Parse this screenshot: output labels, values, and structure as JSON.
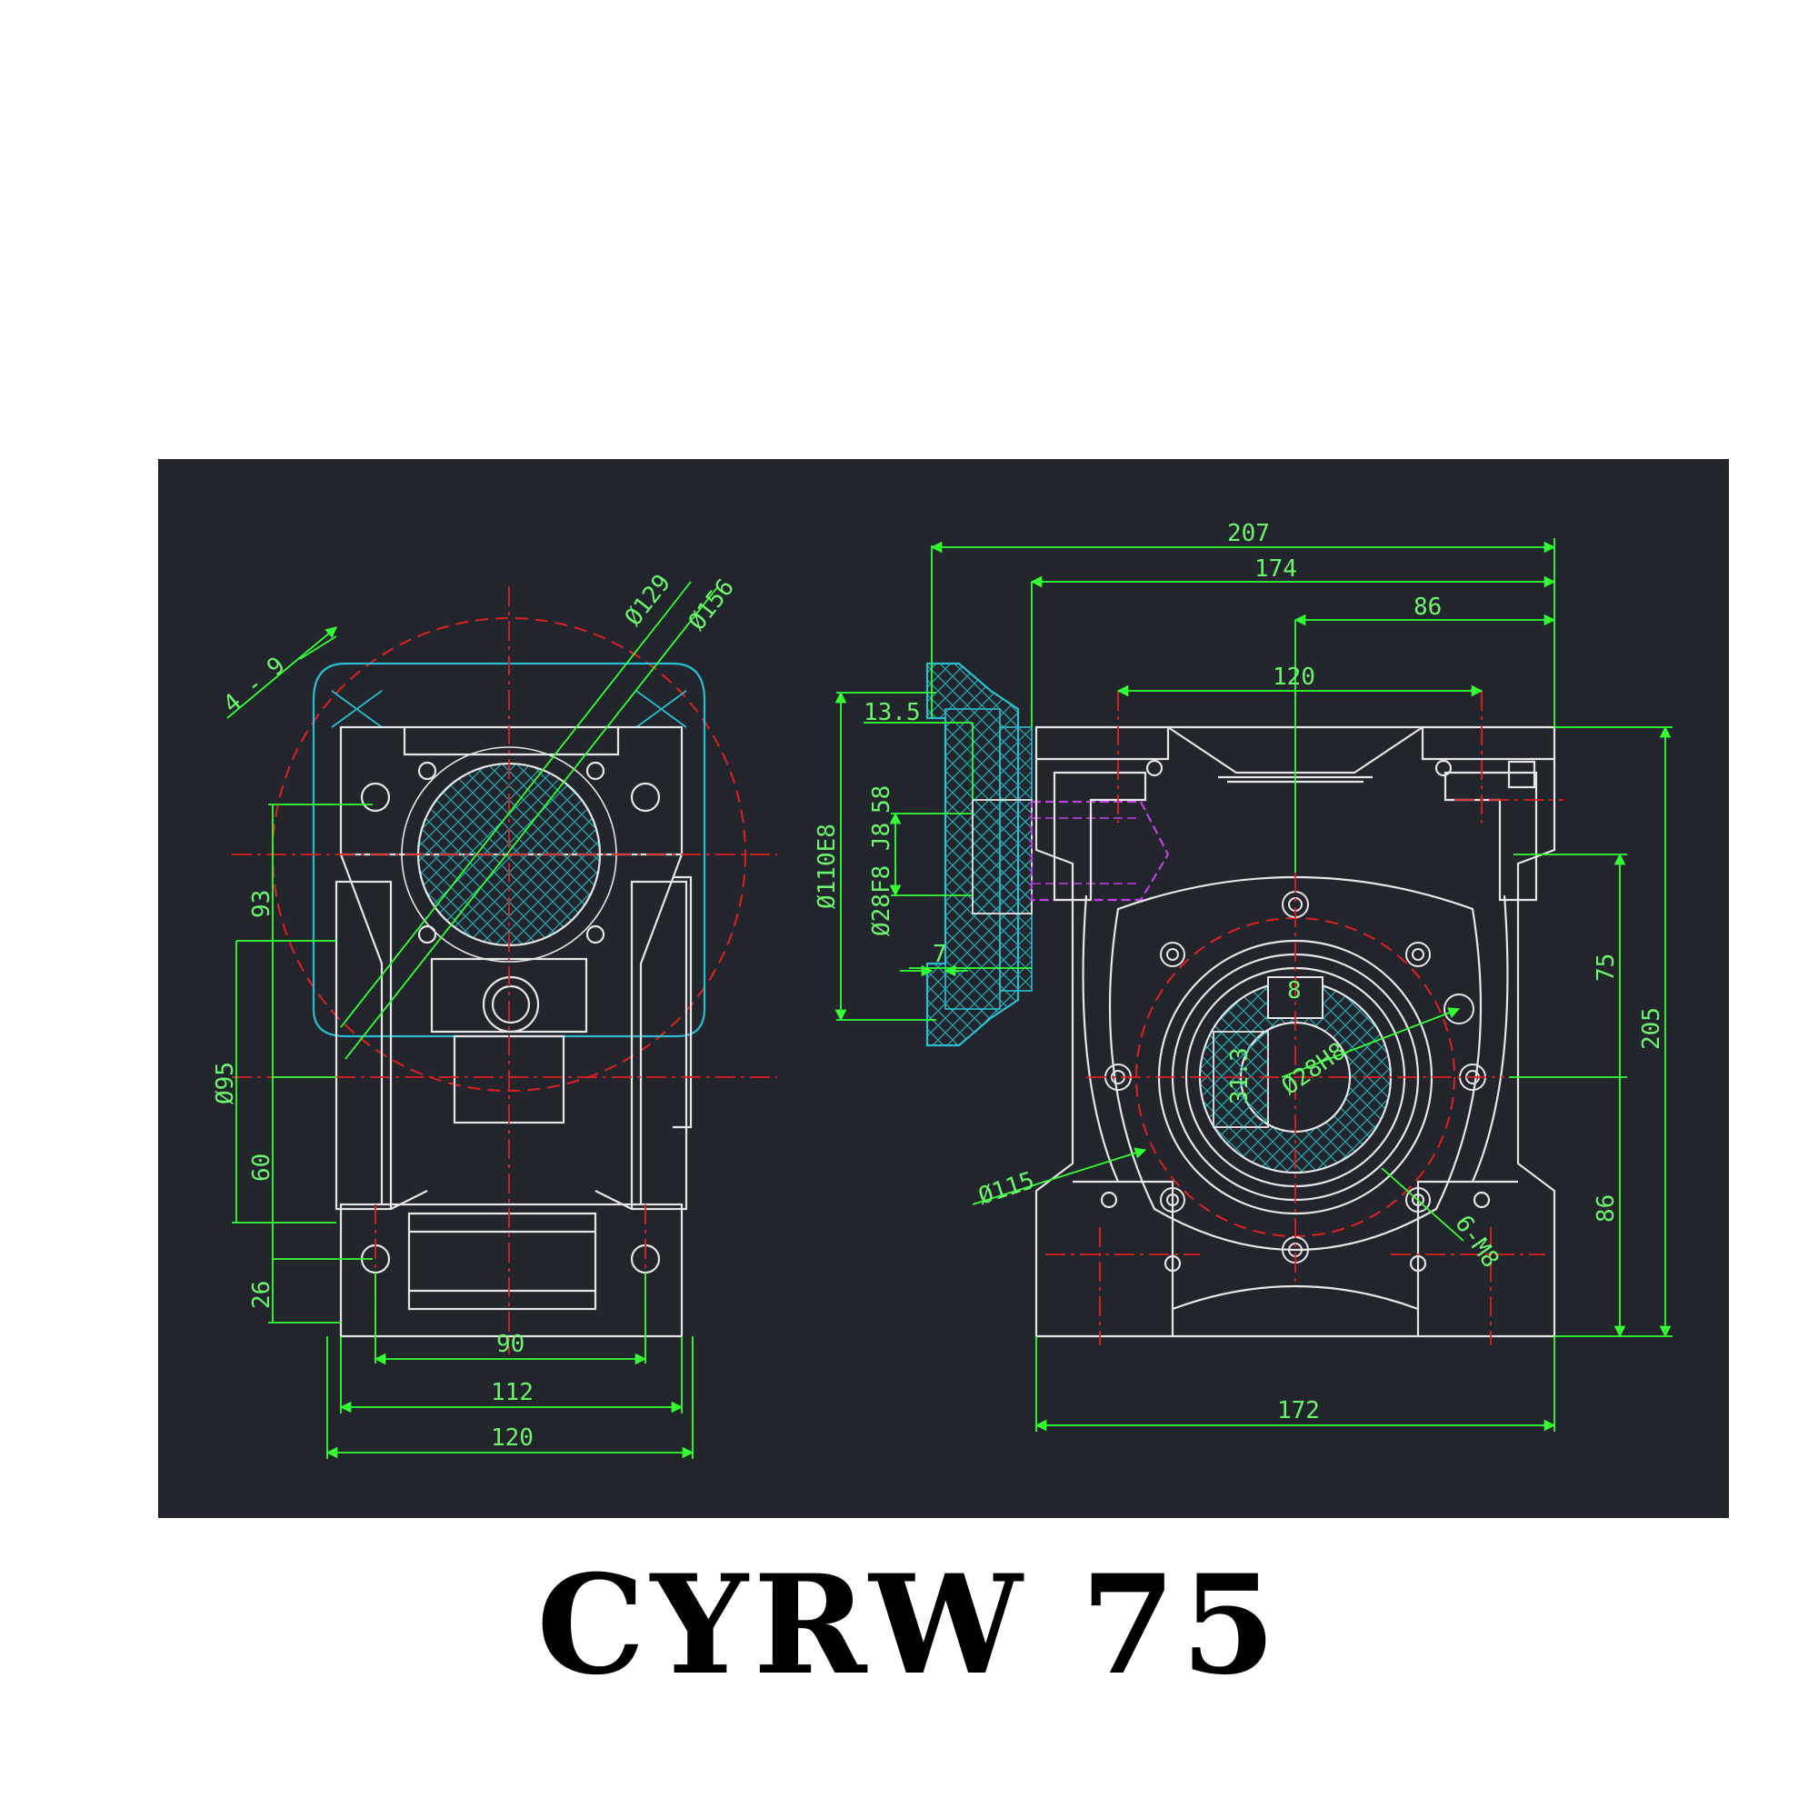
{
  "title": "CYRW 75",
  "colors": {
    "background": "#22262c",
    "outline": "#e6e6e6",
    "dimension": "#33ff33",
    "centerline": "#e02020",
    "flange": "#2bbcd0",
    "input_bore": "#c040e0",
    "hatch": "#27a6b0"
  },
  "left_view": {
    "dims": {
      "mount_holes": "4 - 9",
      "dia_129": "Ø129",
      "dia_156": "Ø156",
      "h93": "93",
      "dia95": "Ø95",
      "h60": "60",
      "h26": "26",
      "w90": "90",
      "w112": "112",
      "w120": "120"
    }
  },
  "flange_view": {
    "dims": {
      "d13_5": "13.5",
      "d58": "58",
      "dia110": "Ø110E8",
      "dia28": "Ø28F8 J8",
      "d7": "7"
    }
  },
  "right_view": {
    "dims": {
      "w207": "207",
      "w174": "174",
      "w86": "86",
      "w120": "120",
      "h75": "75",
      "h205": "205",
      "h86": "86",
      "w172": "172",
      "key8": "8",
      "h31_3": "31.3",
      "dia28": "Ø28H8",
      "dia115": "Ø115",
      "threads": "6-M8"
    }
  }
}
